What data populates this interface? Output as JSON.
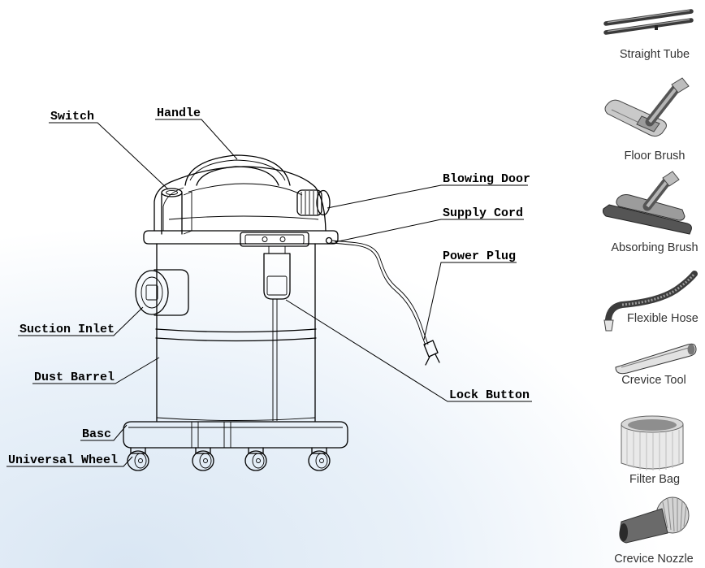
{
  "diagram": {
    "labels": {
      "switch": "Switch",
      "handle": "Handle",
      "blowing_door": "Blowing Door",
      "supply_cord": "Supply Cord",
      "power_plug": "Power Plug",
      "suction_inlet": "Suction Inlet",
      "dust_barrel": "Dust Barrel",
      "lock_button": "Lock Button",
      "base": "Basc",
      "universal_wheel": "Universal Wheel"
    }
  },
  "accessories": [
    {
      "label": "Straight Tube",
      "icon": "straight-tube-icon"
    },
    {
      "label": "Floor Brush",
      "icon": "floor-brush-icon"
    },
    {
      "label": "Absorbing Brush",
      "icon": "absorbing-brush-icon"
    },
    {
      "label": "Flexible Hose",
      "icon": "flexible-hose-icon"
    },
    {
      "label": "Crevice Tool",
      "icon": "crevice-tool-icon"
    },
    {
      "label": "Filter Bag",
      "icon": "filter-bag-icon"
    },
    {
      "label": "Crevice Nozzle",
      "icon": "crevice-nozzle-icon"
    }
  ],
  "colors": {
    "line": "#000000",
    "accessory_text": "#333333",
    "background_tint": "#d9e6f3"
  }
}
